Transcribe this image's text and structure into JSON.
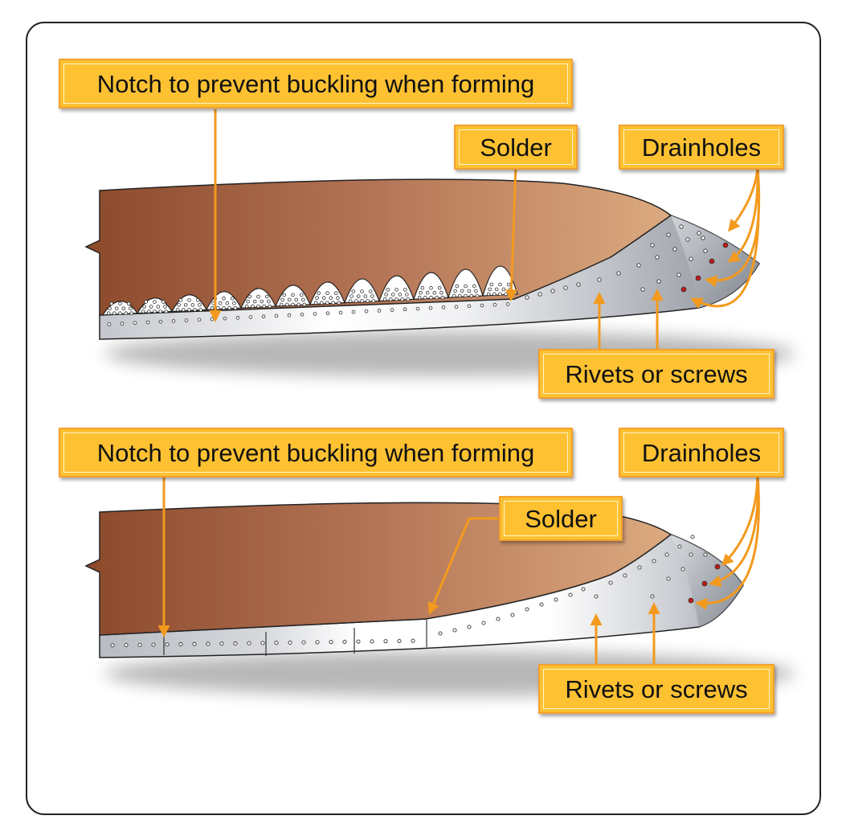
{
  "colors": {
    "callout_fill": "#fdc132",
    "callout_border": "#f4a02e",
    "arrow": "#f39a1e",
    "wood_dark": "#8c4a2b",
    "wood_light": "#d9a980",
    "metal_light": "#f4f4f6",
    "metal_dark": "#8e939b",
    "drainhole": "#c01818"
  },
  "top_panel": {
    "notch_label": "Notch to prevent buckling when forming",
    "solder_label": "Solder",
    "drainholes_label": "Drainholes",
    "rivets_label": "Rivets or screws",
    "scallop_count": 12
  },
  "bottom_panel": {
    "notch_label": "Notch to prevent buckling when forming",
    "solder_label": "Solder",
    "drainholes_label": "Drainholes",
    "rivets_label": "Rivets or screws",
    "seam_count": 4
  }
}
